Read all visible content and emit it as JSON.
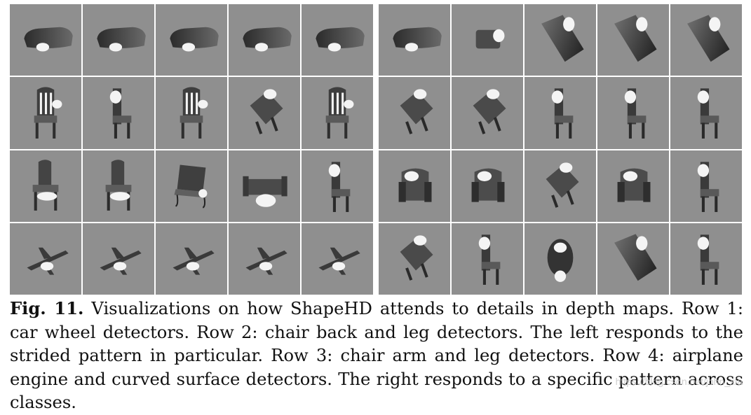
{
  "figure": {
    "panels": [
      {
        "id": "left",
        "rows": [
          [
            "car",
            "car",
            "car",
            "car",
            "car"
          ],
          [
            "chair-back",
            "chair-side",
            "chair-back",
            "chair-tilted",
            "chair-back"
          ],
          [
            "chair-arm",
            "chair-arm",
            "chair-lounge",
            "sofa",
            "chair-side"
          ],
          [
            "airplane",
            "airplane",
            "airplane",
            "airplane",
            "airplane"
          ]
        ]
      },
      {
        "id": "right",
        "rows": [
          [
            "car",
            "car-small",
            "car-tilted",
            "car-tilted",
            "car-tilted"
          ],
          [
            "chair-tilted",
            "chair-tilted",
            "chair-side",
            "chair-side",
            "chair-side"
          ],
          [
            "armchair",
            "armchair",
            "chair-tilted",
            "armchair",
            "chair-side"
          ],
          [
            "chair-tilted",
            "chair-side",
            "blob",
            "car-tilted",
            "chair-side"
          ]
        ]
      }
    ],
    "colors": {
      "cell_bg": "#8f8f8f",
      "object": "#3a3a3a",
      "highlight": "#f4f4f4"
    }
  },
  "caption": {
    "label": "Fig. 11.",
    "text": "Visualizations on how ShapeHD attends to details in depth maps. Row 1: car wheel detectors. Row 2: chair back and leg detectors. The left responds to the strided pattern in particular. Row 3: chair arm and leg detectors. Row 4: airplane engine and curved surface detectors. The right responds to a specific pattern across classes."
  },
  "watermark": "https://blog.csdn.net/john_xia"
}
